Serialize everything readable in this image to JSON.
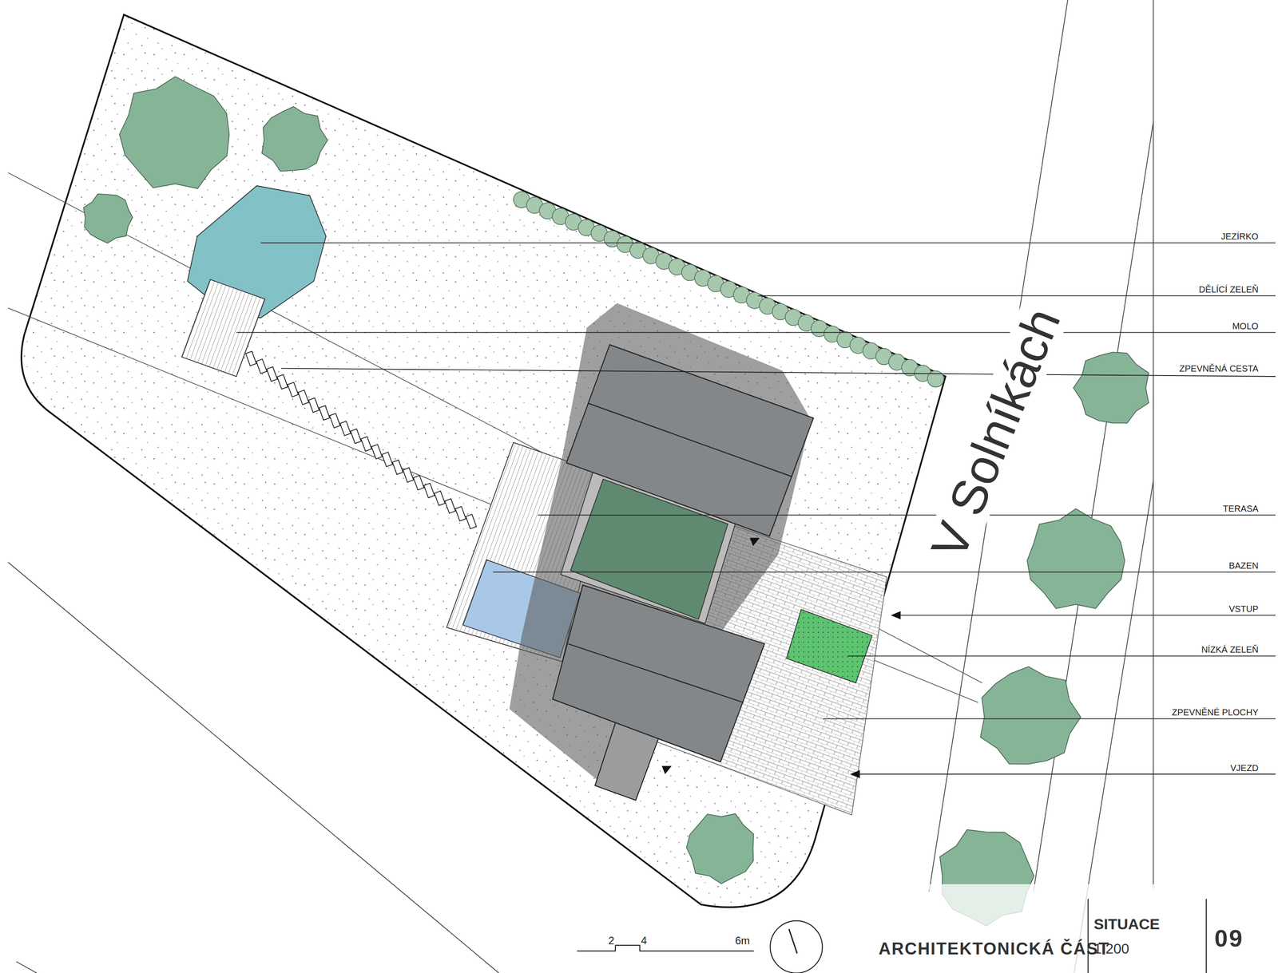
{
  "diagram": {
    "labels": [
      "JEZÍRKO",
      "DĚLÍCÍ ZELEŇ",
      "MOLO",
      "ZPEVNĚNÁ CESTA",
      "V Solníkách",
      "TERASA",
      "BAZEN",
      "VSTUP",
      "NÍZKÁ ZELEŇ",
      "ZPEVNĚNÉ PLOCHY",
      "VJEZD",
      "2",
      "4",
      "6m",
      "ARCHITEKTONICKÁ ČÁST",
      "SITUACE",
      "1:200",
      "09"
    ]
  }
}
